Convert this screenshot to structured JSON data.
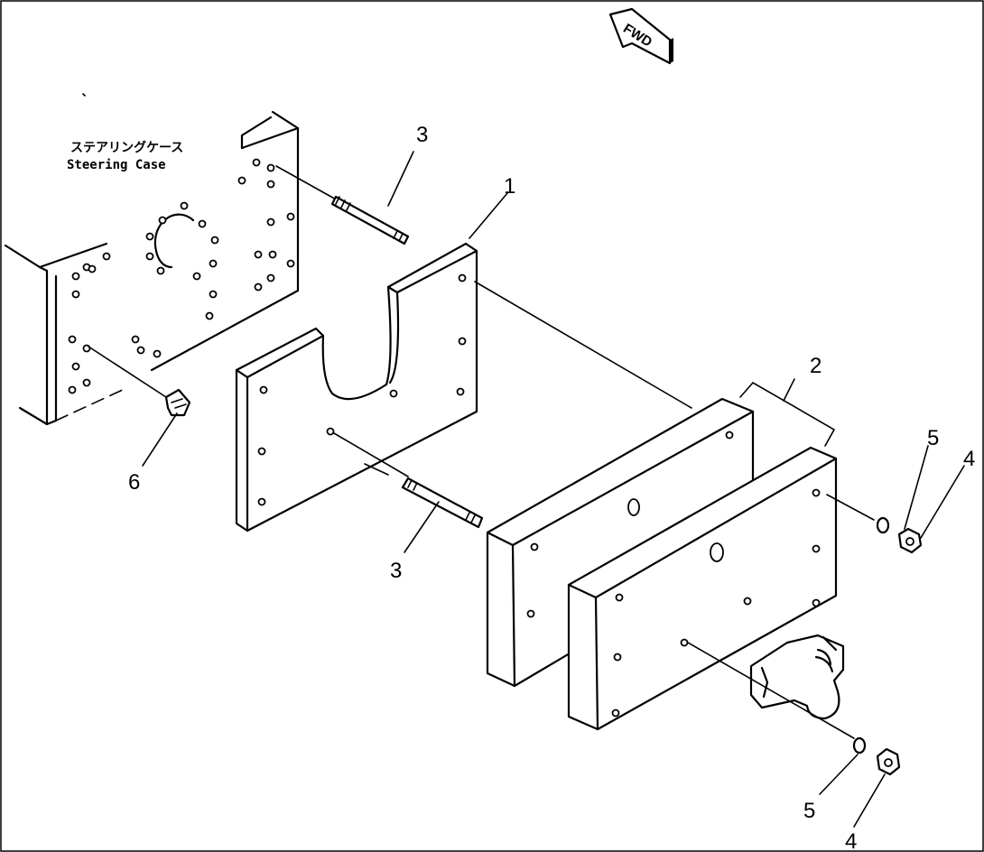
{
  "diagram": {
    "caption_jp": "ステアリングケース",
    "caption_en": "Steering  Case",
    "direction_label": "FWD",
    "callouts": {
      "c1": "1",
      "c2": "2",
      "c3a": "3",
      "c3b": "3",
      "c4a": "4",
      "c4b": "4",
      "c5a": "5",
      "c5b": "5",
      "c6": "6"
    }
  }
}
